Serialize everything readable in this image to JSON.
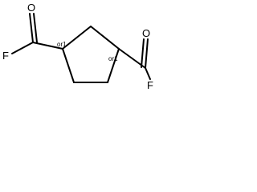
{
  "molecule": {
    "atoms": {
      "o_left": "O",
      "f_left": "F",
      "o_right": "O",
      "f_right": "F"
    },
    "stereo_labels": {
      "left": "or1",
      "right": "or1"
    },
    "colors": {
      "ink": "#000000",
      "background": "#ffffff"
    }
  }
}
